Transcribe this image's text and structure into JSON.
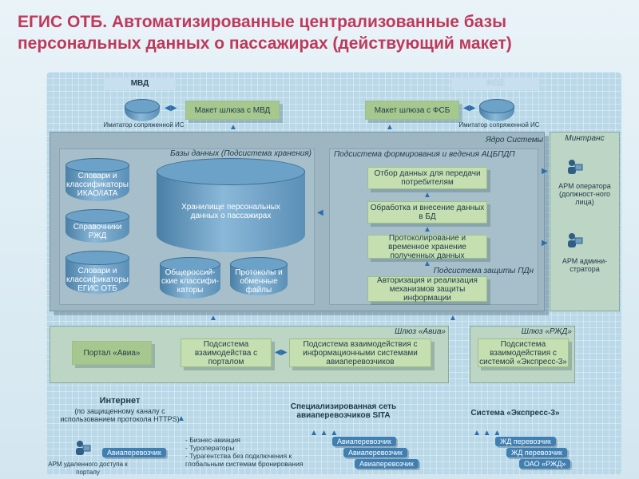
{
  "title": "ЕГИС ОТБ. Автоматизированные централизованные базы персональных данных о пассажирах (действующий макет)",
  "mvd": {
    "header": "МВД",
    "gateway": "Макет шлюза с МВД",
    "simulator": "Имитатор сопряженной ИС"
  },
  "fsb": {
    "header": "ФСБ",
    "gateway": "Макет шлюза с ФСБ",
    "simulator": "Имитатор сопряженной ИС"
  },
  "core": {
    "label": "Ядро Системы"
  },
  "databases": {
    "label": "Базы данных (Подсистема хранения)",
    "warehouse": "Хранилище персональных данных о пассажирах",
    "dict_ikao": "Словари и классификаторы ИКАО/IATA",
    "ref_rzd": "Справочники РЖД",
    "dict_egis": "Словари и классификаторы ЕГИС ОТБ",
    "all_russian": "Общероссий-ские классифи-каторы",
    "protocols": "Протоколы и обменные файлы"
  },
  "formation": {
    "label": "Подсистема формирования и ведения АЦБПДП",
    "select": "Отбор данных для передачи потребителям",
    "process": "Обработка и внесение данных в БД",
    "log": "Протоколирование и временное хранение полученных данных"
  },
  "protection": {
    "label": "Подсистема защиты ПДн",
    "auth": "Авторизация и реализация механизмов защиты информации"
  },
  "mintrans": {
    "label": "Минтранс",
    "operator": "АРМ оператора (должност-ного лица)",
    "admin": "АРМ админи-стратора"
  },
  "avia_gw": {
    "label": "Шлюз «Авиа»",
    "portal": "Портал «Авиа»",
    "portal_sub": "Подсистема взаимодейства с порталом",
    "carriers_sub": "Подсистема взаимодействия с информационными системами авиаперевозчиков"
  },
  "rzd_gw": {
    "label": "Шлюз «РЖД»",
    "express": "Подсистема взаимодействия с системой «Экспресс-3»"
  },
  "internet": {
    "title": "Интернет",
    "subtitle": "(по защищенному каналу с использованием протокола HTTPS)",
    "carrier": "Авиаперевозчик",
    "arm": "АРМ удаленного доступа к порталу",
    "list": [
      "- Бизнес-авиация",
      "- Туроператоры",
      "- Турагентства без подключения к глобальным системам бронирования"
    ]
  },
  "sita": {
    "title": "Специализированная сеть авиаперевозчиков SITA",
    "carriers": [
      "Авиаперевозчик",
      "Авиаперевозчик",
      "Авиаперевозчик"
    ]
  },
  "express": {
    "title": "Система «Экспресс-3»",
    "carriers": [
      "ЖД перевозчик",
      "ЖД перевозчик",
      "ОАО «РЖД»"
    ]
  },
  "colors": {
    "title": "#c0395a",
    "box": "#c5dfb0",
    "panel": "#b9d8e8",
    "accent": "#3f7fb1"
  }
}
